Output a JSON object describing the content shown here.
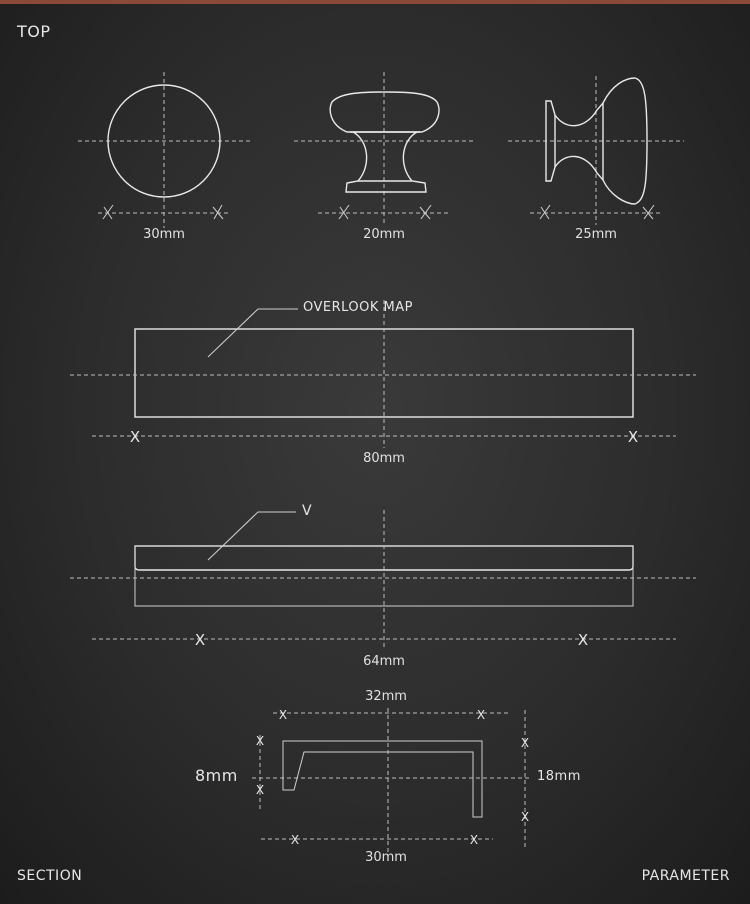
{
  "corners": {
    "top_left": "TOP",
    "bottom_left": "SECTION",
    "bottom_right": "PARAMETER"
  },
  "views": {
    "front_dim": "30mm",
    "side_dim": "20mm",
    "profile_dim": "25mm"
  },
  "overlook": {
    "callout": "OVERLOOK MAP",
    "dim": "80mm"
  },
  "v_view": {
    "callout": "V",
    "dim": "64mm"
  },
  "section": {
    "top_dim": "32mm",
    "bottom_dim": "30mm",
    "left_dim": "8mm",
    "right_dim": "18mm"
  },
  "marker": "X",
  "colors": {
    "accent_bar": "#8a4a3a",
    "line": "#e8e8e8"
  }
}
